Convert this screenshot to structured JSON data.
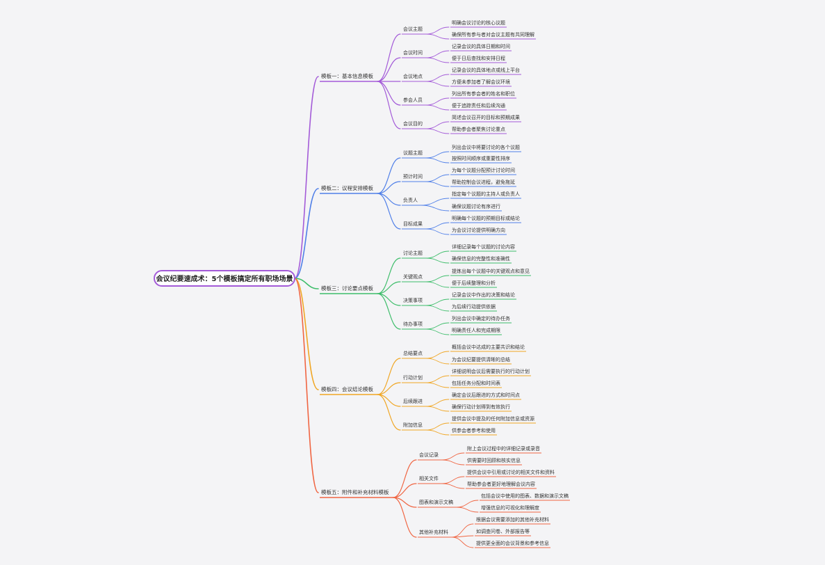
{
  "root": {
    "text": "会议纪要速成术：5个模板搞定所有职场场景",
    "color": "#a35ad8"
  },
  "branches": [
    {
      "text": "模板一：基本信息模板",
      "color": "#a35ad8",
      "topics": [
        {
          "text": "会议主题",
          "leaves": [
            "明确会议讨论的核心议题",
            "确保所有参与者对会议主题有共同理解"
          ]
        },
        {
          "text": "会议时间",
          "leaves": [
            "记录会议的具体日期和时间",
            "便于日后查找和安排日程"
          ]
        },
        {
          "text": "会议地点",
          "leaves": [
            "记录会议的具体地点或线上平台",
            "方便未参加者了解会议环境"
          ]
        },
        {
          "text": "参会人员",
          "leaves": [
            "列出所有参会者的姓名和职位",
            "便于追踪责任和后续沟通"
          ]
        },
        {
          "text": "会议目的",
          "leaves": [
            "简述会议召开的目标和预期成果",
            "帮助参会者聚焦讨论重点"
          ]
        }
      ]
    },
    {
      "text": "模板二：议程安排模板",
      "color": "#4f7fe8",
      "topics": [
        {
          "text": "议题主题",
          "leaves": [
            "列出会议中将要讨论的各个议题",
            "按照时间顺序或重要性排序"
          ]
        },
        {
          "text": "预计时间",
          "leaves": [
            "为每个议题分配预计讨论时间",
            "帮助控制会议进程，避免拖延"
          ]
        },
        {
          "text": "负责人",
          "leaves": [
            "指定每个议题的主持人或负责人",
            "确保议题讨论有序进行"
          ]
        },
        {
          "text": "目标成果",
          "leaves": [
            "明确每个议题的预期目标或结论",
            "为会议讨论提供明确方向"
          ]
        }
      ]
    },
    {
      "text": "模板三：讨论要点模板",
      "color": "#3dbd6a",
      "topics": [
        {
          "text": "讨论主题",
          "leaves": [
            "详细记录每个议题的讨论内容",
            "确保信息的完整性和准确性"
          ]
        },
        {
          "text": "关键观点",
          "leaves": [
            "提炼出每个议题中的关键观点和意见",
            "便于后续整理和分析"
          ]
        },
        {
          "text": "决策事项",
          "leaves": [
            "记录会议中作出的决策和结论",
            "为后续行动提供依据"
          ]
        },
        {
          "text": "待办事项",
          "leaves": [
            "列出会议中确定的待办任务",
            "明确责任人和完成期限"
          ]
        }
      ]
    },
    {
      "text": "模板四：会议结论模板",
      "color": "#f0a623",
      "topics": [
        {
          "text": "总结要点",
          "leaves": [
            "概括会议中达成的主要共识和结论",
            "为会议纪要提供清晰的总结"
          ]
        },
        {
          "text": "行动计划",
          "leaves": [
            "详细说明会议后需要执行的行动计划",
            "包括任务分配和时间表"
          ]
        },
        {
          "text": "后续跟进",
          "leaves": [
            "确定会议后跟进的方式和时间点",
            "确保行动计划得到有效执行"
          ]
        },
        {
          "text": "附加信息",
          "leaves": [
            "提供会议中提及的任何附加信息或资源",
            "供参会者参考和使用"
          ]
        }
      ]
    },
    {
      "text": "模板五：附件和补充材料模板",
      "color": "#f06542",
      "topics": [
        {
          "text": "会议记录",
          "leaves": [
            "附上会议过程中的详细记录或录音",
            "供需要时回顾和核实信息"
          ]
        },
        {
          "text": "相关文件",
          "leaves": [
            "提供会议中引用或讨论的相关文件和资料",
            "帮助参会者更好地理解会议内容"
          ]
        },
        {
          "text": "图表和演示文稿",
          "leaves": [
            "包括会议中使用的图表、数据和演示文稿",
            "增强信息的可视化和理解度"
          ]
        },
        {
          "text": "其他补充材料",
          "leaves": [
            "根据会议需要添加的其他补充材料",
            "如调查问卷、外部报告等",
            "提供更全面的会议背景和参考信息"
          ]
        }
      ]
    }
  ]
}
